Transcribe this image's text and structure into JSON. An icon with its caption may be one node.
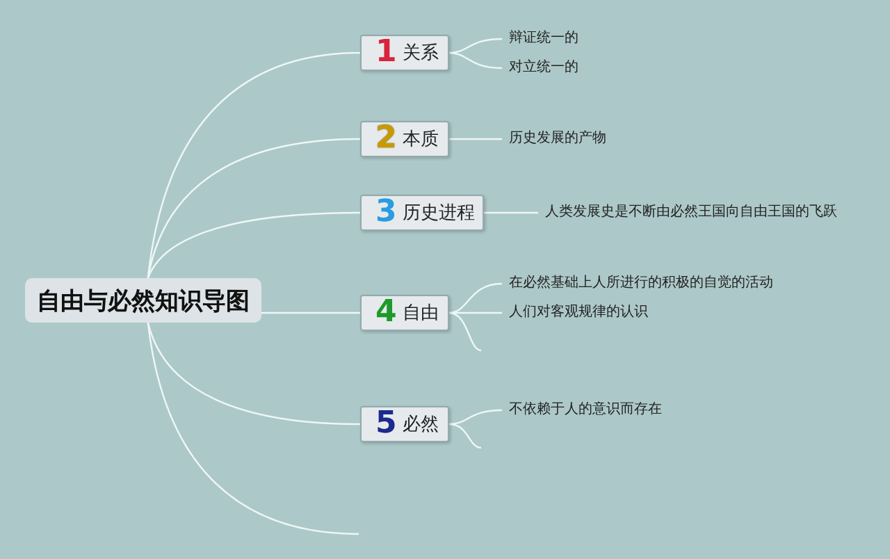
{
  "diagram": {
    "nodes": [
      {
        "text": [
          "自由与必然知识导图"
        ]
      },
      {
        "text": [
          "1",
          "关系"
        ]
      },
      {
        "text": [
          "2",
          "本质"
        ]
      },
      {
        "text": [
          "3",
          "历史进程"
        ]
      },
      {
        "text": [
          "4",
          "自由"
        ]
      },
      {
        "text": [
          "5",
          "必然"
        ]
      },
      {
        "text": [
          "辩证统一的"
        ]
      },
      {
        "text": [
          "对立统一的"
        ]
      },
      {
        "text": [
          "历史发展的产物"
        ]
      },
      {
        "text": [
          "人类发展史是不断由必然王国向自由王国的飞跃"
        ]
      },
      {
        "text": [
          "在必然基础上人所进行的积极的自觉的活动"
        ]
      },
      {
        "text": [
          "人们对客观规律的认识"
        ]
      },
      {
        "text": [
          "不依赖于人的意识而存在"
        ]
      }
    ],
    "edges": [
      {
        "from": 0,
        "to": 1,
        "arrow": "none"
      },
      {
        "from": 0,
        "to": 2,
        "arrow": "none"
      },
      {
        "from": 0,
        "to": 3,
        "arrow": "none"
      },
      {
        "from": 0,
        "to": 4,
        "arrow": "none"
      },
      {
        "from": 0,
        "to": 5,
        "arrow": "none"
      },
      {
        "from": 0,
        "to": null,
        "arrow": "none"
      },
      {
        "from": 1,
        "to": 6,
        "arrow": "none"
      },
      {
        "from": 1,
        "to": 7,
        "arrow": "none"
      },
      {
        "from": 2,
        "to": 8,
        "arrow": "none"
      },
      {
        "from": 3,
        "to": 9,
        "arrow": "none"
      },
      {
        "from": 4,
        "to": 10,
        "arrow": "none"
      },
      {
        "from": 4,
        "to": 11,
        "arrow": "none"
      },
      {
        "from": 4,
        "to": null,
        "arrow": "none"
      },
      {
        "from": 5,
        "to": 12,
        "arrow": "none"
      },
      {
        "from": 5,
        "to": null,
        "arrow": "none"
      }
    ]
  }
}
